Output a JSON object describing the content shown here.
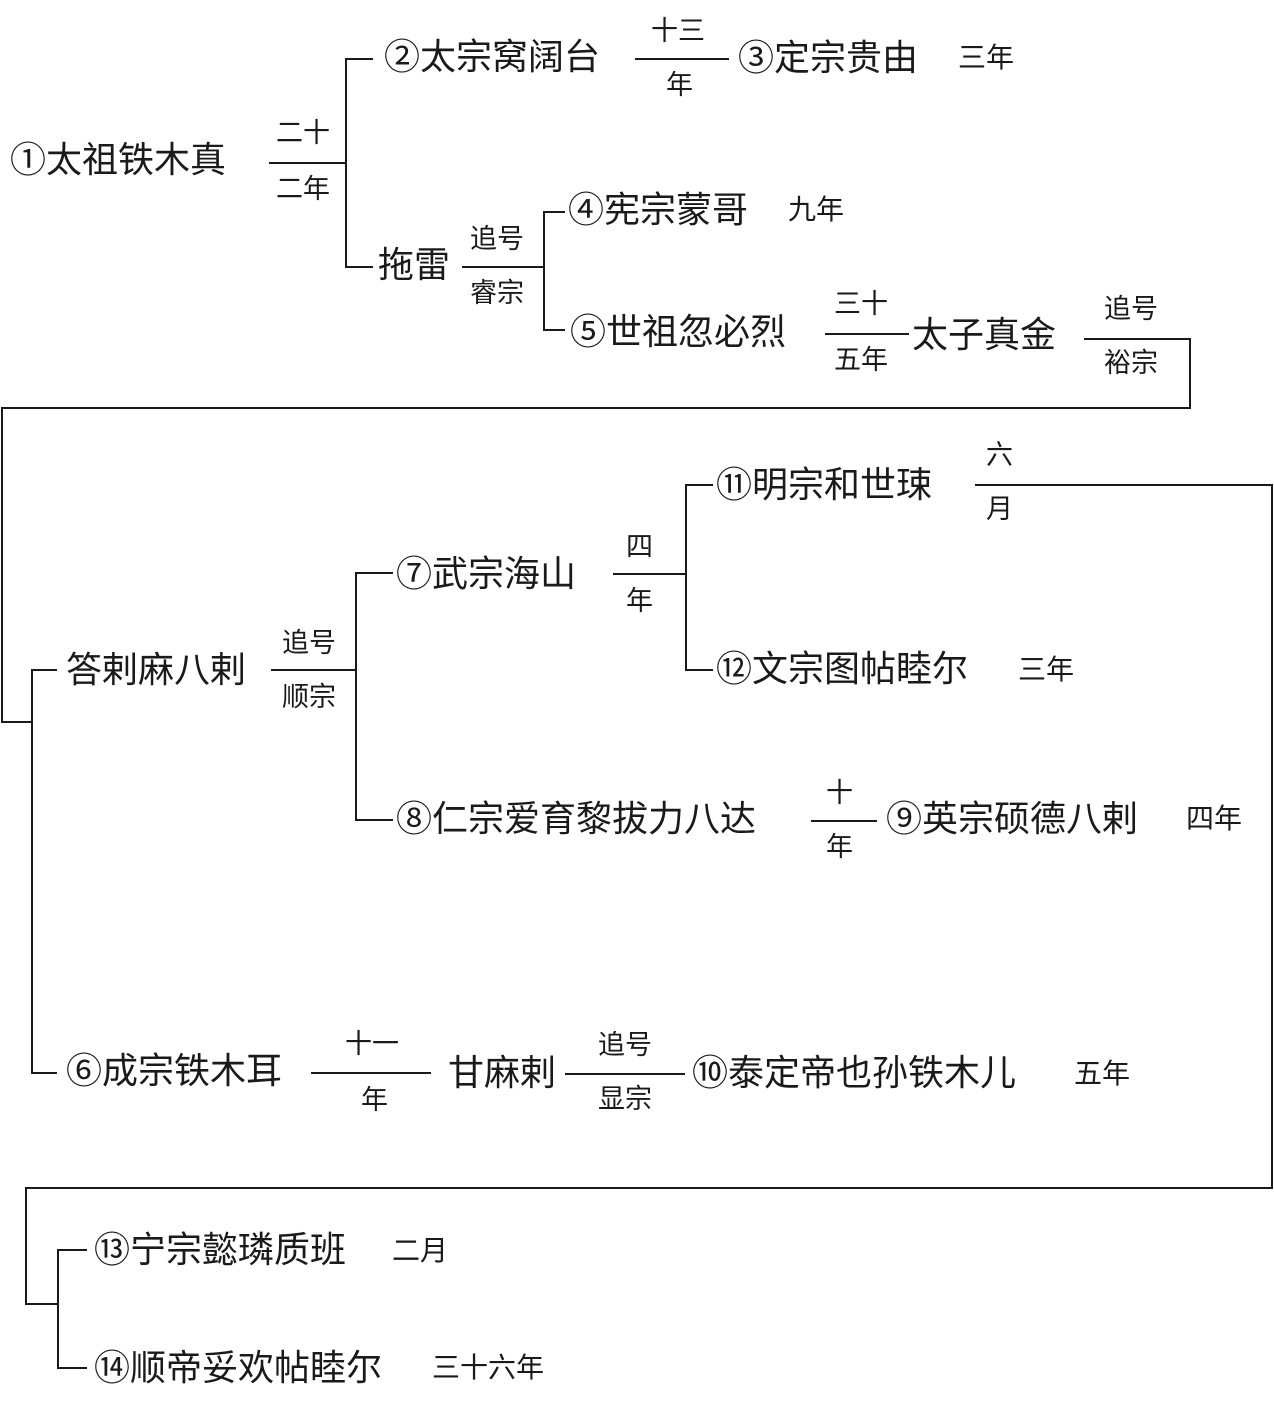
{
  "colors": {
    "line": "#1a1a1a",
    "text": "#1a1a1a",
    "background": "#ffffff"
  },
  "people": {
    "p1": "①太祖铁木真",
    "p2": "②太宗窝阔台",
    "p3": "③定宗贵由",
    "tuolei": "拖雷",
    "p4": "④宪宗蒙哥",
    "p5": "⑤世祖忽必烈",
    "zhenjin": "太子真金",
    "dalamaba": "答剌麻八剌",
    "p7": "⑦武宗海山",
    "p11": "⑪明宗和世㻋",
    "p12": "⑫文宗图帖睦尔",
    "p8": "⑧仁宗爱育黎拔力八达",
    "p9": "⑨英宗硕德八剌",
    "p6": "⑥成宗铁木耳",
    "ganmala": "甘麻剌",
    "p10": "⑩泰定帝也孙铁木儿",
    "p13": "⑬宁宗懿璘质班",
    "p14": "⑭顺帝妥欢帖睦尔"
  },
  "reigns": {
    "p1_top": "二十",
    "p1_bottom": "二年",
    "p2_top": "十三",
    "p2_bottom": "年",
    "p3": "三年",
    "p4": "九年",
    "p5_top": "三十",
    "p5_bottom": "五年",
    "p7_top": "四",
    "p7_bottom": "年",
    "p11_top": "六",
    "p11_bottom": "月",
    "p12": "三年",
    "p8_top": "十",
    "p8_bottom": "年",
    "p9": "四年",
    "p6_top": "十一",
    "p6_bottom": "年",
    "p10": "五年",
    "p13": "二月",
    "p14": "三十六年"
  },
  "titles": {
    "tuolei_top": "追号",
    "tuolei_bottom": "睿宗",
    "zhenjin_top": "追号",
    "zhenjin_bottom": "裕宗",
    "dalamaba_top": "追号",
    "dalamaba_bottom": "顺宗",
    "ganmala_top": "追号",
    "ganmala_bottom": "显宗"
  }
}
